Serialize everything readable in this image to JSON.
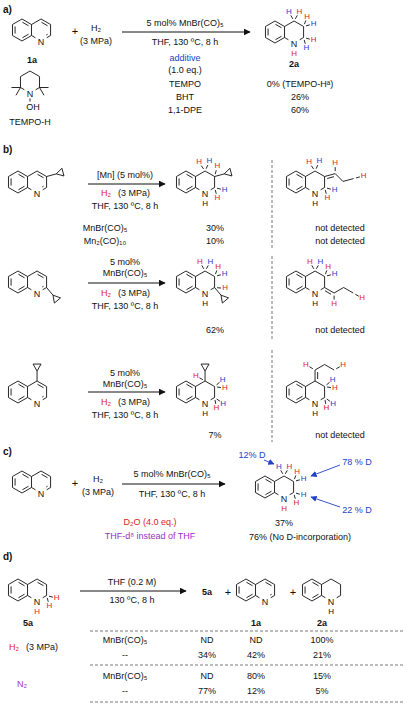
{
  "diagram": {
    "labels": [
      "a)",
      "N",
      "1a",
      "+",
      "H₂",
      "(3 MPa)",
      "5 mol% MnBr(CO)₅",
      "THF, 130 ºC, 8 h",
      "N",
      "H",
      "H",
      "H",
      "H",
      "H",
      "H",
      "H",
      "2a",
      "N",
      "OH",
      "TEMPO-H",
      "additive",
      "(1.0 eq.)",
      "TEMPO",
      "BHT",
      "1,1-DPE",
      "0% (TEMPO-Hᵃ)",
      "26%",
      "60%",
      "b)",
      "N",
      "[Mn] (5 mol%)",
      "H₂",
      "(3 MPa)",
      "THF, 130 ºC, 8 h",
      "N",
      "H",
      "H",
      "H",
      "H",
      "H",
      "H",
      "MnBr(CO)₅",
      "30%",
      "Mn₂(CO)₁₀",
      "10%",
      "N",
      "H",
      "H",
      "H",
      "H",
      "H",
      "H",
      "H",
      "not detected",
      "not detected",
      "N",
      "5 mol%",
      "MnBr(CO)₅",
      "H₂",
      "(3 MPa)",
      "THF, 130 ºC, 8 h",
      "N",
      "H",
      "H",
      "H",
      "H",
      "H",
      "H",
      "62%",
      "N",
      "H",
      "H",
      "H",
      "H",
      "H",
      "H",
      "H",
      "not detected",
      "N",
      "5 mol%",
      "MnBr(CO)₅",
      "H₂",
      "(3 MPa)",
      "THF, 130 ºC, 8 h",
      "N",
      "H",
      "H",
      "H",
      "H",
      "H",
      "H",
      "7%",
      "N",
      "H",
      "H",
      "H",
      "H",
      "H",
      "H",
      "H",
      "not detected",
      "c)",
      "N",
      "+",
      "H₂",
      "(3 MPa)",
      "5 mol% MnBr(CO)₅",
      "THF, 130 ºC, 8 h",
      "N",
      "H",
      "H",
      "H",
      "H",
      "H",
      "H",
      "H",
      "12% D",
      "78 % D",
      "22 % D",
      "37%",
      "D₂O (4.0 eq.)",
      "THF-d⁸ instead of THF",
      "76% (No D-incorporation)",
      "d)",
      "N",
      "H",
      "H",
      "H",
      "5a",
      "THF (0.2 M)",
      "130 ºC, 8 h",
      "5a",
      "+",
      "N",
      "1a",
      "+",
      "N",
      "H",
      "2a",
      "H₂",
      "(3 MPa)",
      "MnBr(CO)₅",
      "ND",
      "ND",
      "100%",
      "--",
      "34%",
      "42%",
      "21%",
      "N₂",
      "MnBr(CO)₅",
      "ND",
      "80%",
      "15%",
      "--",
      "77%",
      "12%",
      "5%"
    ]
  }
}
